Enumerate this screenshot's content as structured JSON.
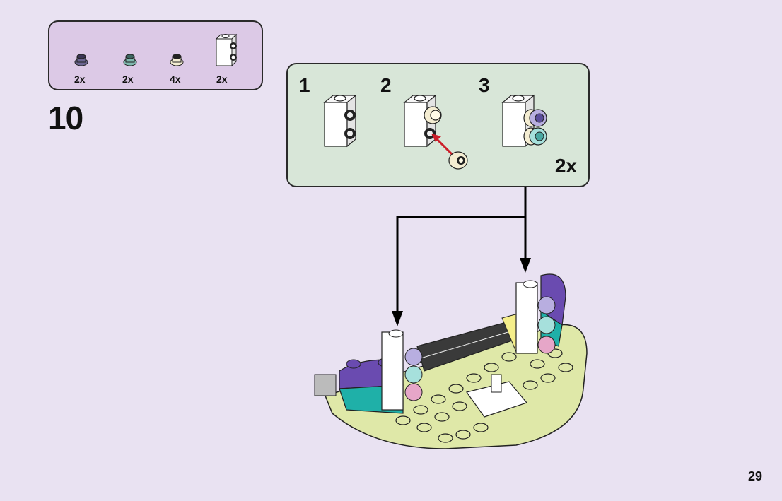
{
  "page": {
    "number": "29"
  },
  "parts_list": {
    "items": [
      {
        "name": "round-plate-1x1-trans-purple",
        "color": "#6b6591",
        "quantity": "2x"
      },
      {
        "name": "round-plate-1x1-trans-teal",
        "color": "#7fb8ae",
        "quantity": "2x"
      },
      {
        "name": "round-plate-1x1-cream",
        "color": "#f4edd2",
        "quantity": "4x"
      },
      {
        "name": "brick-1x1-studs-on-side-white",
        "color": "#ffffff",
        "quantity": "2x"
      }
    ]
  },
  "step": {
    "number": "10"
  },
  "substeps": {
    "items": [
      {
        "number": "1"
      },
      {
        "number": "2"
      },
      {
        "number": "3"
      }
    ],
    "multiplier": "2x"
  },
  "colors": {
    "background": "#e9e2f2",
    "parts_box": "#dcc9e6",
    "substep_box": "#d8e6d8",
    "baseplate": "#dfe8a8",
    "purple": "#6a4bb0",
    "teal": "#1fb0a8",
    "road": "#3a3a3a",
    "arrow_red": "#cc1f2a"
  }
}
